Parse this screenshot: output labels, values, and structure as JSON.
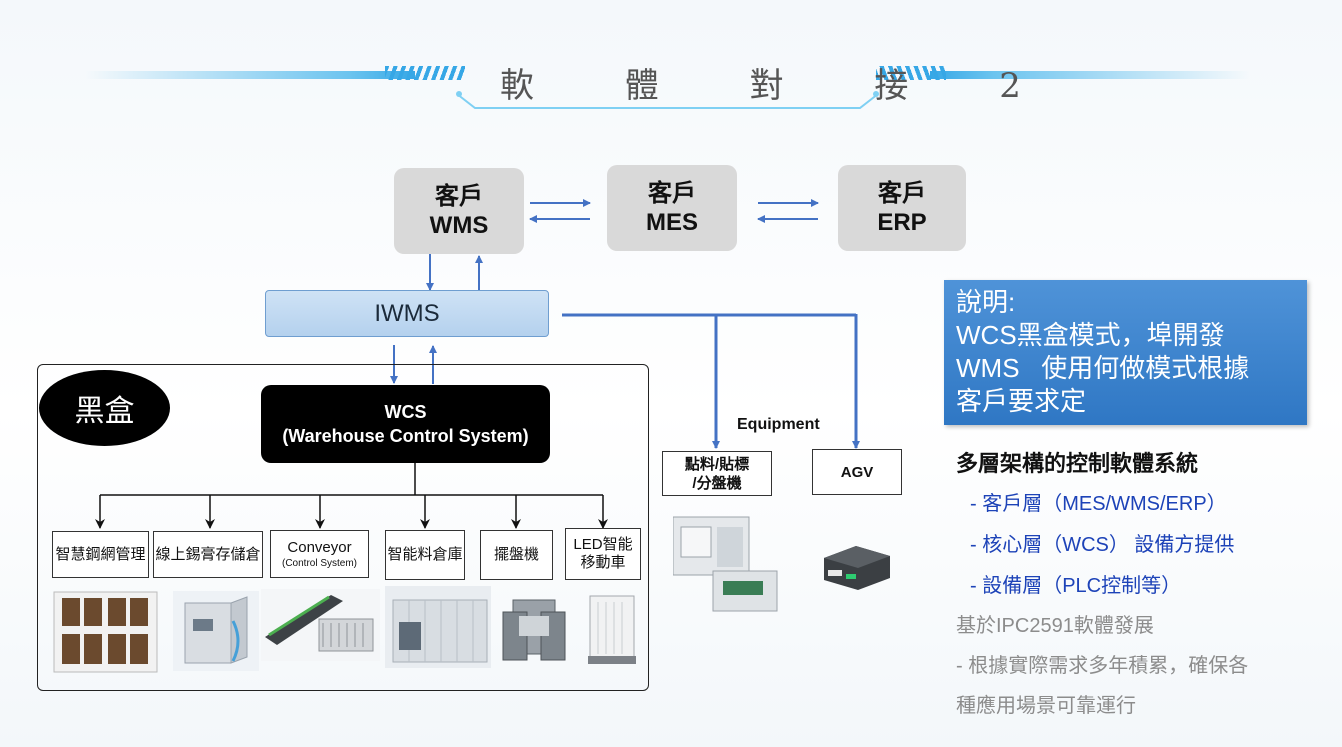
{
  "title": "軟 體 對 接 2",
  "top_boxes": {
    "wms": {
      "line1": "客戶",
      "line2": "WMS"
    },
    "mes": {
      "line1": "客戶",
      "line2": "MES"
    },
    "erp": {
      "line1": "客戶",
      "line2": "ERP"
    }
  },
  "iwms_label": "IWMS",
  "blackbox_label": "黑盒",
  "wcs": {
    "line1": "WCS",
    "line2": "(Warehouse Control System)"
  },
  "modules": [
    {
      "label": "智慧鋼網管理",
      "sub": ""
    },
    {
      "label": "線上錫膏存儲倉",
      "sub": ""
    },
    {
      "label": "Conveyor",
      "sub": "(Control System)"
    },
    {
      "label": "智能料倉庫",
      "sub": ""
    },
    {
      "label": "擺盤機",
      "sub": ""
    },
    {
      "label": "LED智能\n移動車",
      "sub": ""
    }
  ],
  "equipment_label": "Equipment",
  "equipment": [
    {
      "label": "點料/貼標\n/分盤機"
    },
    {
      "label": "AGV"
    }
  ],
  "note": {
    "line1": "說明:",
    "line2": "WCS黑盒模式，埠開發",
    "line3": "WMS   使用何做模式根據",
    "line4": "客戶要求定"
  },
  "side": {
    "heading": "多層架構的控制軟體系統",
    "items": [
      "- 客戶層（MES/WMS/ERP）",
      "- 核心層（WCS） 設備方提供",
      "- 設備層（PLC控制等）"
    ],
    "grey1": "基於IPC2591軟體發展",
    "grey2": "- 根據實際需求多年積累，確保各",
    "grey3": "種應用場景可靠運行"
  },
  "colors": {
    "arrow_blue": "#4472c4",
    "note_blue": "#3a82cc",
    "side_blue": "#1d43b8"
  }
}
